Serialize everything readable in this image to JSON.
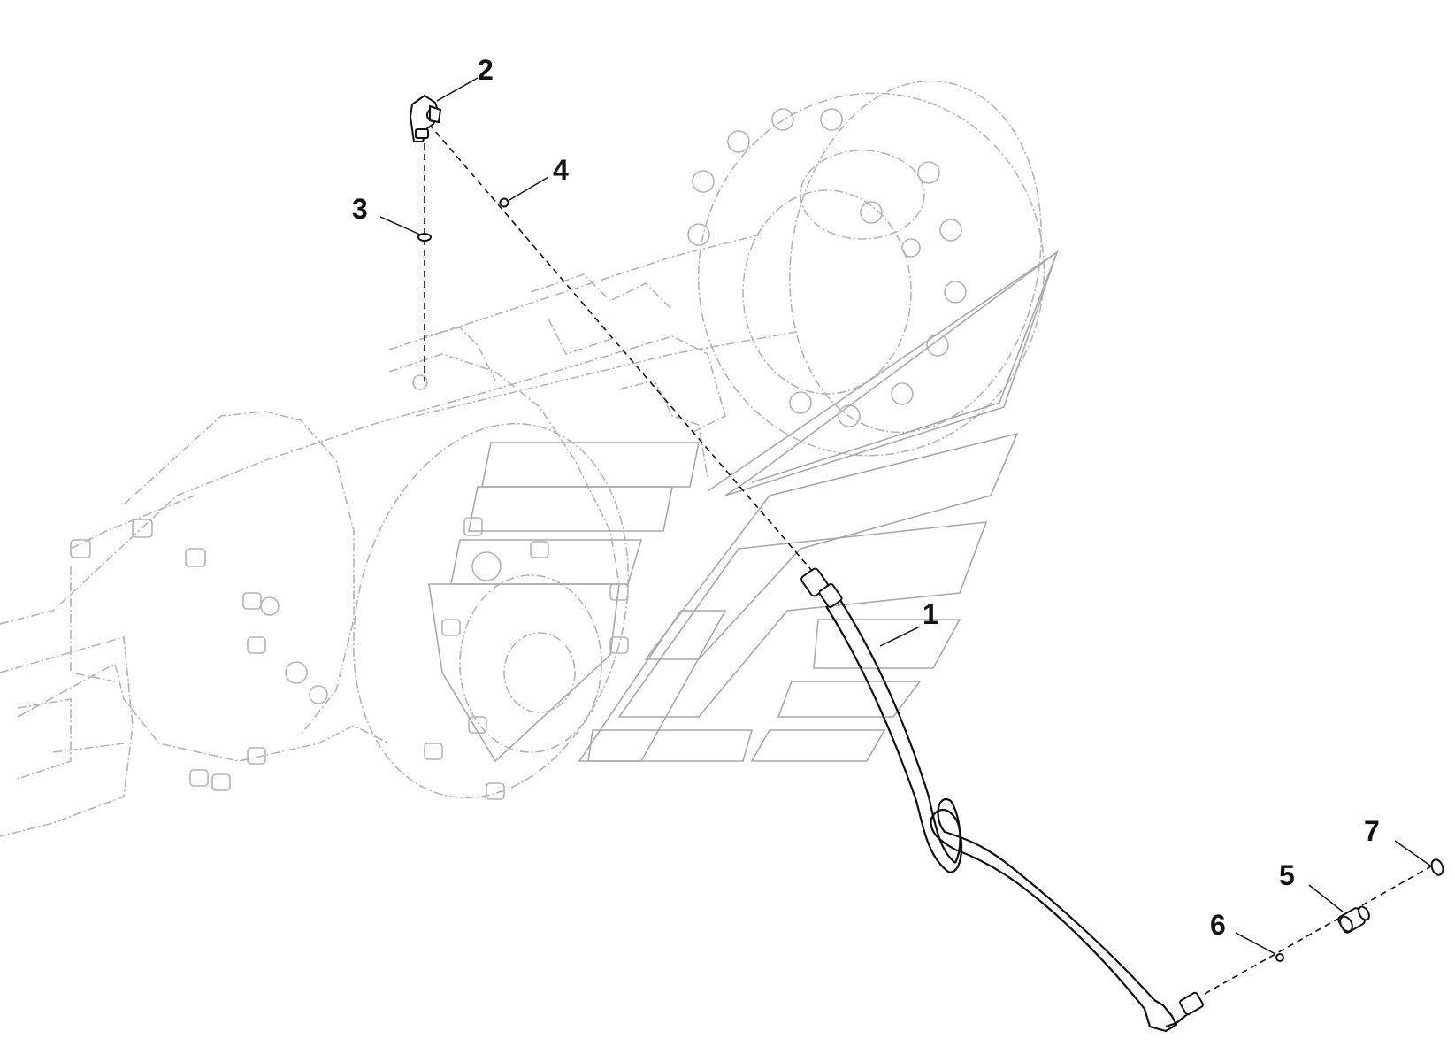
{
  "callouts": [
    {
      "id": "1",
      "label": "1"
    },
    {
      "id": "2",
      "label": "2"
    },
    {
      "id": "3",
      "label": "3"
    },
    {
      "id": "4",
      "label": "4"
    },
    {
      "id": "5",
      "label": "5"
    },
    {
      "id": "6",
      "label": "6"
    },
    {
      "id": "7",
      "label": "7"
    }
  ],
  "colors": {
    "line": "#111111",
    "ghost": "#b4b4b4",
    "background": "#ffffff"
  }
}
